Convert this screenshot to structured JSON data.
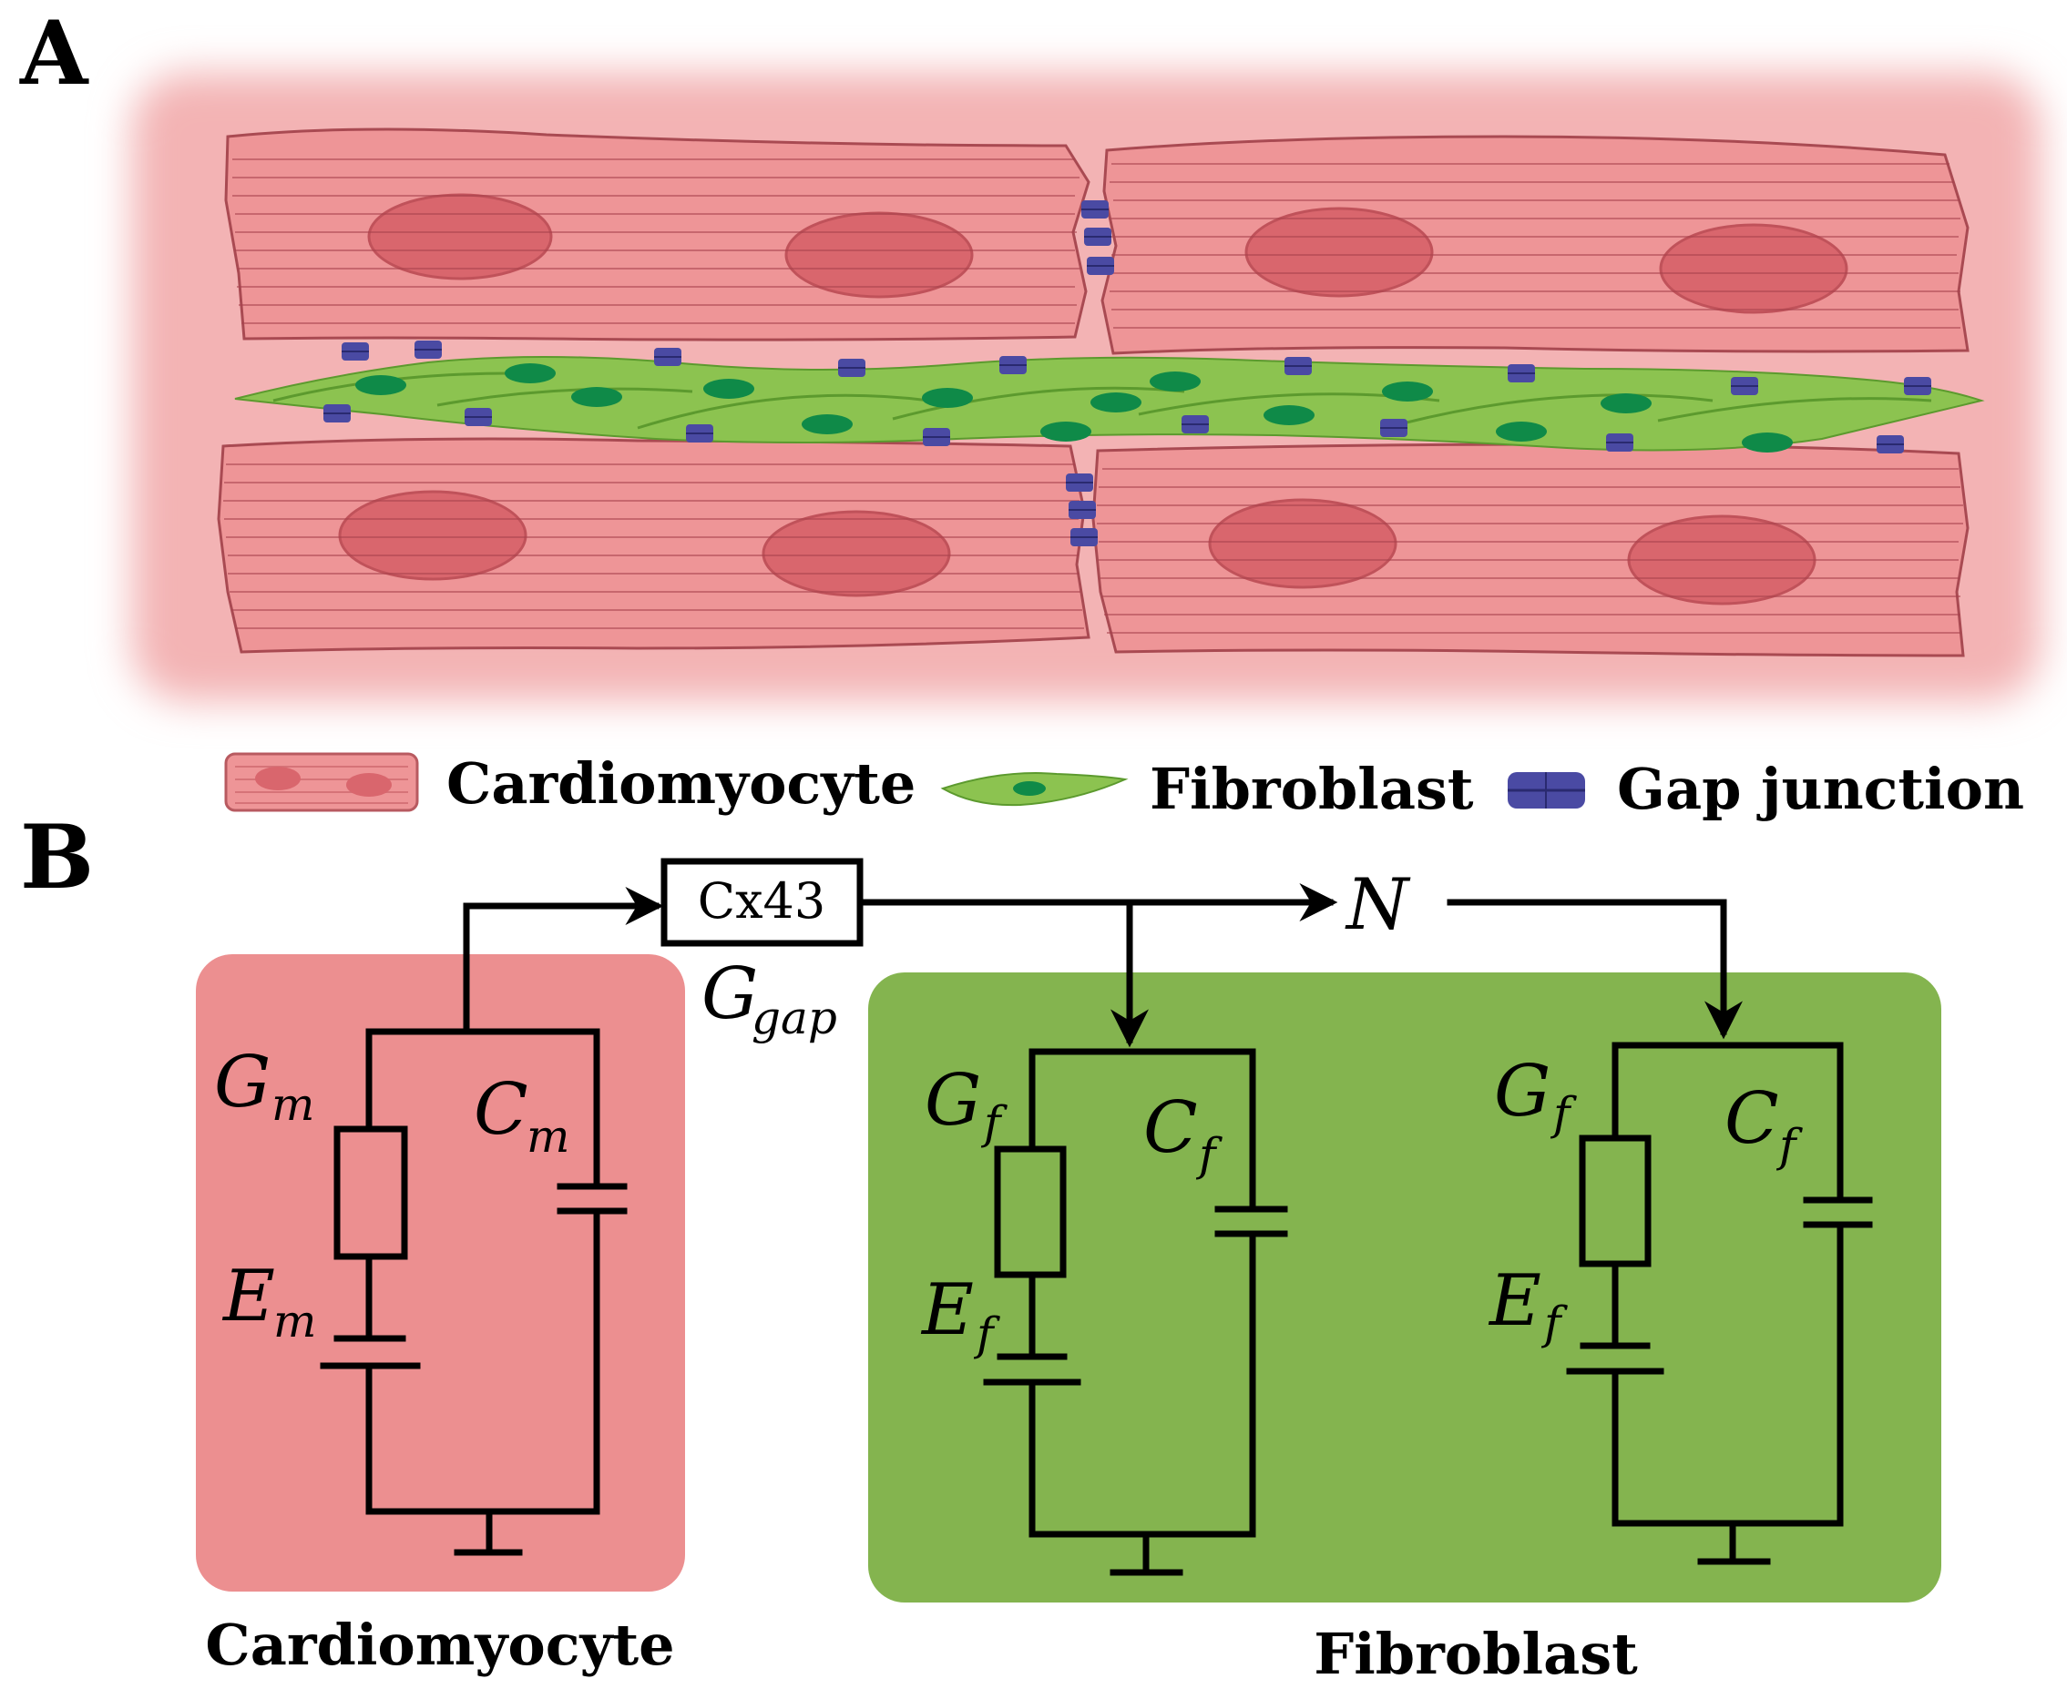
{
  "panel_a": {
    "label": "A"
  },
  "panel_b": {
    "label": "B"
  },
  "legend": {
    "cardiomyocyte": "Cardiomyocyte",
    "fibroblast": "Fibroblast",
    "gap_junction": "Gap junction"
  },
  "circuit": {
    "connexin_box": "Cx43",
    "g_gap": {
      "main": "G",
      "sub": "gap"
    },
    "n_label": "N",
    "cardiomyocyte": {
      "g": {
        "main": "G",
        "sub": "m"
      },
      "c": {
        "main": "C",
        "sub": "m"
      },
      "e": {
        "main": "E",
        "sub": "m"
      },
      "caption": "Cardiomyocyte"
    },
    "fibroblast": {
      "g": {
        "main": "G",
        "sub": "f"
      },
      "c": {
        "main": "C",
        "sub": "f"
      },
      "e": {
        "main": "E",
        "sub": "f"
      },
      "caption": "Fibroblast"
    }
  },
  "colors": {
    "cardiomyocyte_fill": "#ee9597",
    "cardiomyocyte_box": "#ec8f90",
    "fibroblast_fill": "#8cc350",
    "fibroblast_box": "#84b44f",
    "gap_junction": "#4a4aa3",
    "tissue_background": "#f3b3b4"
  }
}
